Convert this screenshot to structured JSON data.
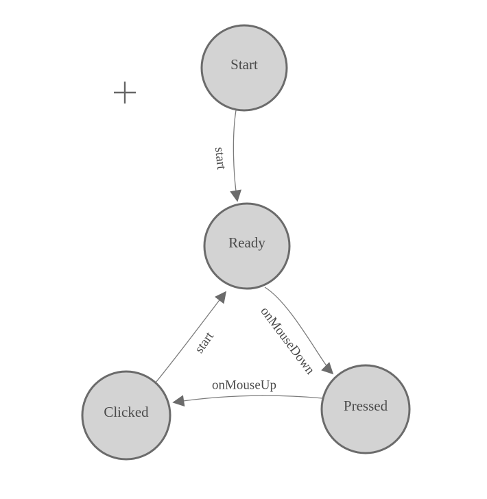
{
  "app": {
    "description": "finite state machine diagram canvas",
    "background": "#ffffff"
  },
  "colors": {
    "node_fill": "#d3d3d3",
    "node_stroke": "#6b6b6b",
    "edge": "#7b7b7b",
    "arrow": "#6b6b6b",
    "text": "#4a4a4a",
    "cursor": "#666666"
  },
  "diagram": {
    "nodes": [
      {
        "id": "start",
        "label": "Start"
      },
      {
        "id": "ready",
        "label": "Ready"
      },
      {
        "id": "clicked",
        "label": "Clicked"
      },
      {
        "id": "pressed",
        "label": "Pressed"
      }
    ],
    "edges": [
      {
        "id": "start-to-ready",
        "from": "Start",
        "to": "Ready",
        "label": "start"
      },
      {
        "id": "ready-to-pressed",
        "from": "Ready",
        "to": "Pressed",
        "label": "onMouseDown"
      },
      {
        "id": "pressed-to-clicked",
        "from": "Pressed",
        "to": "Clicked",
        "label": "onMouseUp"
      },
      {
        "id": "clicked-to-ready",
        "from": "Clicked",
        "to": "Ready",
        "label": "start"
      }
    ]
  },
  "cursor": {
    "type": "crosshair"
  }
}
